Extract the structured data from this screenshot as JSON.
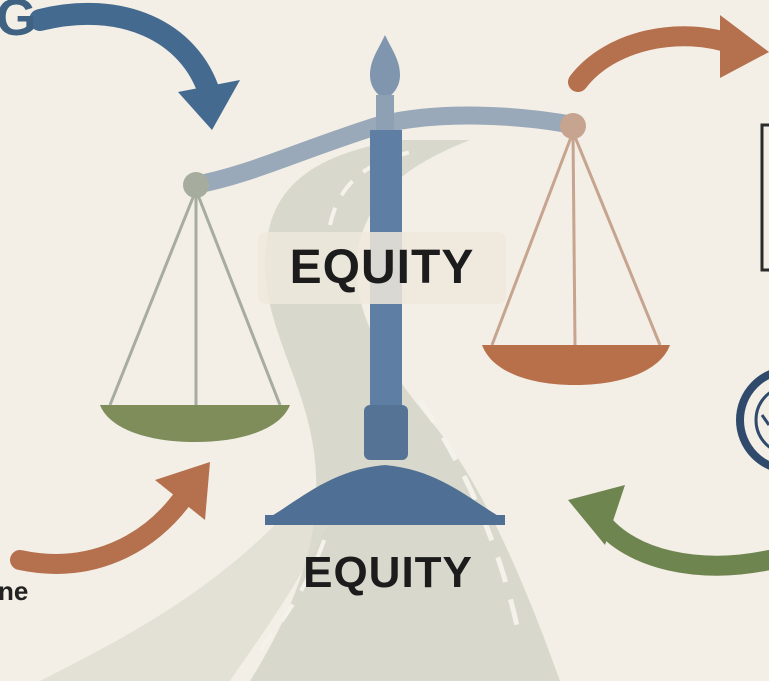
{
  "labels": {
    "equity_center": "EQUITY",
    "equity_base": "EQUITY",
    "top_left_fragment": "G",
    "bottom_left_fragment": "ne"
  },
  "colors": {
    "background": "#f3efe6",
    "road": "#d8d9cc",
    "scale_blue": "#5f7ea3",
    "scale_pole_light": "#9aa9b9",
    "left_pan": "#7e8d5a",
    "right_pan": "#b8704a",
    "arrow_blue": "#456a8f",
    "arrow_orange": "#b5704d",
    "arrow_green": "#6f8550",
    "frame_line": "#2b2b2b"
  },
  "icons": [
    "curved-arrow-blue",
    "curved-arrow-orange",
    "curved-arrow-green",
    "balance-scale"
  ]
}
